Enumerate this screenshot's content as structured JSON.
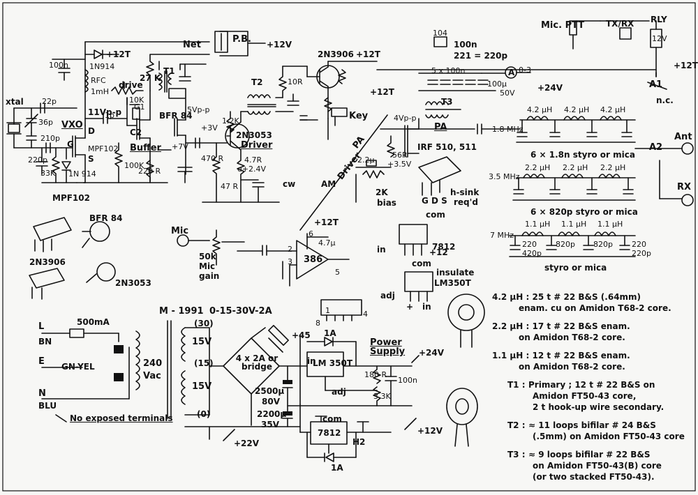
{
  "labels": {
    "xtal": "xtal",
    "c22p_a": "22p",
    "c36p": "36p",
    "c210p": "210p",
    "c220p": "220p",
    "vxo": "VXO",
    "r33k": "33K",
    "d1n914": "1N 914",
    "mpf102_1": "MPF102",
    "g": "G",
    "d": "D",
    "s": "S",
    "c100n": "100n",
    "d1n914_top": "1N914",
    "plus12t": "+12T",
    "rfc": "RFC",
    "one_mh": "1mH",
    "drive": "drive",
    "r10k": "10K",
    "g1": "G1",
    "c1p": "1p",
    "vpp11": "11Vp-p",
    "c2": "C2",
    "buffer": "Buffer",
    "r100k": "100K",
    "r220r": "220 R",
    "r27k": "27 K",
    "t1": "T1",
    "bfr84": "BFR 84",
    "vpp5": "5Vp-p",
    "plus7v": "+7V",
    "plus3v": "+3V",
    "r12k": "1.2K",
    "r470": "470 R",
    "r47r": "47 R",
    "r4_7r": "4.7R",
    "e24": "e+2.4V",
    "n2n3053": "2N3053",
    "driver": "Driver",
    "t2": "T2",
    "r10r": "10R",
    "n2n3906": "2N3906",
    "plus12t_b": "+12T",
    "plus12t_c": "+12T",
    "key": "Key",
    "net": "Net",
    "pb": "P.B.",
    "plus12v": "+12V",
    "c100n_221": "100n",
    "c221": "221 = 220p",
    "c104": "104",
    "c5x100n": "5 x 100n",
    "t3": "T3",
    "c100u": "100µ",
    "c50v": "50V",
    "plus24v": "+24V",
    "meter": "A",
    "meter_range": "0-3",
    "vpp4": "4Vp-p",
    "pa": "PA",
    "irf": "IRF 510, 511",
    "r56r": "56R",
    "c2_2u": "2.2µ",
    "plus3_5v": "+3.5V",
    "r2k": "2K",
    "bias": "bias",
    "driver_diag": "Driver",
    "pa_diag": "PA",
    "cw": "cw",
    "am": "AM",
    "hsink": "h-sink",
    "reqd": "req'd",
    "gds": "G D S",
    "mhz1_8": "1.8 MHz",
    "l42a": "4.2 µH",
    "l42b": "4.2 µH",
    "l42c": "4.2 µH",
    "styro1": "6 × 1.8n styro or mica",
    "mhz3_5": "3.5 MHz",
    "l22a": "2.2 µH",
    "l22b": "2.2 µH",
    "l22c": "2.2 µH",
    "styro2": "6 × 820p styro or mica",
    "mhz7": "7 MHz",
    "l11a": "1.1 µH",
    "l11b": "1.1 µH",
    "l11c": "1.1 µH",
    "c220_1": "220",
    "c420": "420p",
    "c820a": "820p",
    "c820b": "820p",
    "c220_2": "220",
    "c220p_2": "220p",
    "styro3": "styro or mica",
    "mic_ptt": "Mic. PTT",
    "txrx": "TX/RX",
    "rly": "RLY",
    "rly12v": "12V",
    "a1": "A1",
    "nc": "n.c.",
    "a2": "A2",
    "ant": "Ant",
    "rx": "RX",
    "plus12t_r": "+12T",
    "mic": "Mic",
    "r50k": "50k",
    "micgain1": "Mic",
    "micgain2": "gain",
    "c4_7u": "4.7µ",
    "plus12t_m": "+12T",
    "ic386": "386",
    "pin2": "2",
    "pin3": "3",
    "pin5": "5",
    "pin6": "6",
    "pin8": "8",
    "pin1": "1",
    "pin4": "4",
    "mpf102_2": "MPF102",
    "bfr84_2": "BFR 84",
    "n2n3906_2": "2N3906",
    "n2n3053_2": "2N3053",
    "ic7812": "7812",
    "com": "com",
    "in": "in",
    "plus12": "+12",
    "insulate": "insulate",
    "lm350t": "LM350T",
    "adj": "adj",
    "plus": "+",
    "minus": "-",
    "phase_l": "L",
    "bn": "BN",
    "fuse": "500mA",
    "phase_e": "E",
    "gnyel": "GN-YEL",
    "vac240": "240",
    "vac": "Vac",
    "phase_n": "N",
    "blu": "BLU",
    "no_exposed": "No exposed terminals",
    "transformer": "M - 1991",
    "trafo_rating": "0-15-30V-2A",
    "tap30": "(30)",
    "tap15": "(15)",
    "tap0": "(0)",
    "v15a": "15V",
    "v15b": "15V",
    "bridge": "4 x 2A or bridge",
    "plus45": "+45",
    "c2500": "2500µ",
    "v80": "80V",
    "c2200": "2200µ",
    "v35": "35V",
    "reg_lm350": "LM 350T",
    "reg_in": "in",
    "reg_adj": "adj",
    "d1a": "1A",
    "d1a_b": "1A",
    "r180r": "180 R",
    "r3_3k": "3.3K",
    "c100n_ps": "100n",
    "psu_label": "Power Supply",
    "plus24v_ps": "+24V",
    "reg7812": "7812",
    "com2": "com",
    "h2": "H2",
    "plus12v_ps": "+12V",
    "plus22v": "+22V"
  },
  "notes": [
    "4.2 µH : 25 t  # 22 B&S (.64mm)",
    "enam. cu on Amidon T68-2 core.",
    "2.2 µH : 17 t  # 22 B&S enam.",
    "on Amidon T68-2 core.",
    "1.1 µH : 12 t  # 22 B&S enam.",
    "on Amidon T68-2 core.",
    "T1 :",
    "Primary ; 12 t # 22 B&S on",
    "Amidon FT50-43 core,",
    "2 t hook-up wire secondary.",
    "T2 :",
    "≈ 11 loops bifilar # 24 B&S",
    "(.5mm) on Amidon FT50-43 core",
    "T3 :",
    "≈ 9 loops bifilar # 22 B&S",
    "on Amidon FT50-43(B) core",
    "(or two stacked FT50-43)."
  ]
}
